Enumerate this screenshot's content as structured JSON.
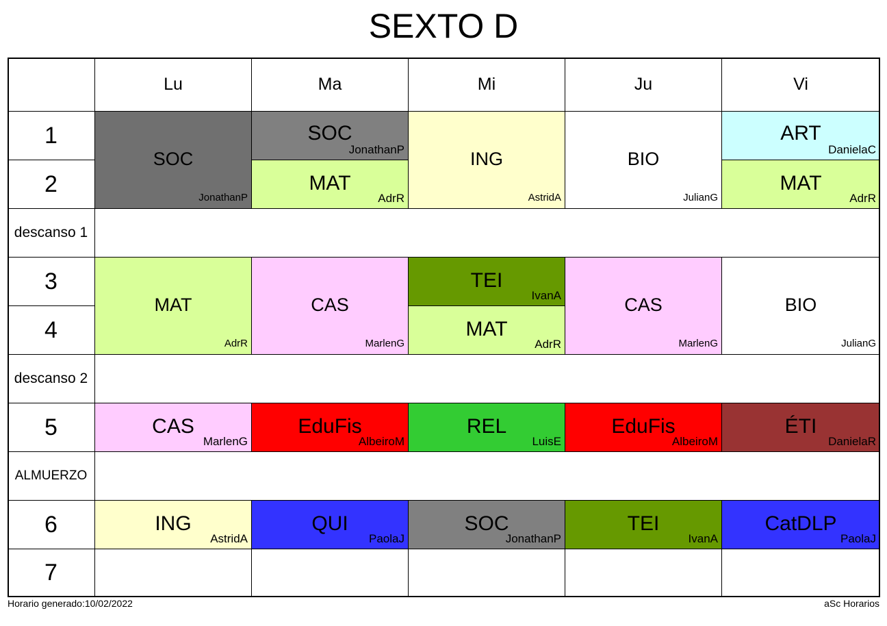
{
  "title": "SEXTO D",
  "days": [
    "Lu",
    "Ma",
    "Mi",
    "Ju",
    "Vi"
  ],
  "periods": [
    "1",
    "2",
    "descanso 1",
    "3",
    "4",
    "descanso 2",
    "5",
    "ALMUERZO",
    "6",
    "7"
  ],
  "colors": {
    "soc_dark": "#707070",
    "soc": "#808080",
    "mat": "#d9ff99",
    "ing": "#ffffcc",
    "bio": "#ffffff",
    "art": "#ccffff",
    "cas": "#ffccff",
    "tei": "#669900",
    "edufis": "#ff0000",
    "rel": "#33cc33",
    "eti": "#993333",
    "qui": "#3333ff",
    "catdlp": "#3333ff"
  },
  "lessons": [
    {
      "subject": "SOC",
      "teacher": "JonathanP",
      "color": "#707070"
    },
    {
      "subject": "SOC",
      "teacher": "JonathanP",
      "color": "#808080"
    },
    {
      "subject": "MAT",
      "teacher": "AdrR",
      "color": "#d9ff99"
    },
    {
      "subject": "ING",
      "teacher": "AstridA",
      "color": "#ffffcc"
    },
    {
      "subject": "BIO",
      "teacher": "JulianG",
      "color": "#ffffff"
    },
    {
      "subject": "ART",
      "teacher": "DanielaC",
      "color": "#ccffff"
    },
    {
      "subject": "MAT",
      "teacher": "AdrR",
      "color": "#d9ff99"
    },
    {
      "subject": "MAT",
      "teacher": "AdrR",
      "color": "#d9ff99"
    },
    {
      "subject": "CAS",
      "teacher": "MarlenG",
      "color": "#ffccff"
    },
    {
      "subject": "TEI",
      "teacher": "IvanA",
      "color": "#669900"
    },
    {
      "subject": "MAT",
      "teacher": "AdrR",
      "color": "#d9ff99"
    },
    {
      "subject": "CAS",
      "teacher": "MarlenG",
      "color": "#ffccff"
    },
    {
      "subject": "BIO",
      "teacher": "JulianG",
      "color": "#ffffff"
    },
    {
      "subject": "CAS",
      "teacher": "MarlenG",
      "color": "#ffccff"
    },
    {
      "subject": "EduFis",
      "teacher": "AlbeiroM",
      "color": "#ff0000"
    },
    {
      "subject": "REL",
      "teacher": "LuisE",
      "color": "#33cc33"
    },
    {
      "subject": "EduFis",
      "teacher": "AlbeiroM",
      "color": "#ff0000"
    },
    {
      "subject": "ÉTI",
      "teacher": "DanielaR",
      "color": "#993333"
    },
    {
      "subject": "ING",
      "teacher": "AstridA",
      "color": "#ffffcc"
    },
    {
      "subject": "QUI",
      "teacher": "PaolaJ",
      "color": "#3333ff"
    },
    {
      "subject": "SOC",
      "teacher": "JonathanP",
      "color": "#808080"
    },
    {
      "subject": "TEI",
      "teacher": "IvanA",
      "color": "#669900"
    },
    {
      "subject": "CatDLP",
      "teacher": "PaolaJ",
      "color": "#3333ff"
    }
  ],
  "footer": {
    "left": "Horario generado:10/02/2022",
    "right": "aSc Horarios"
  }
}
